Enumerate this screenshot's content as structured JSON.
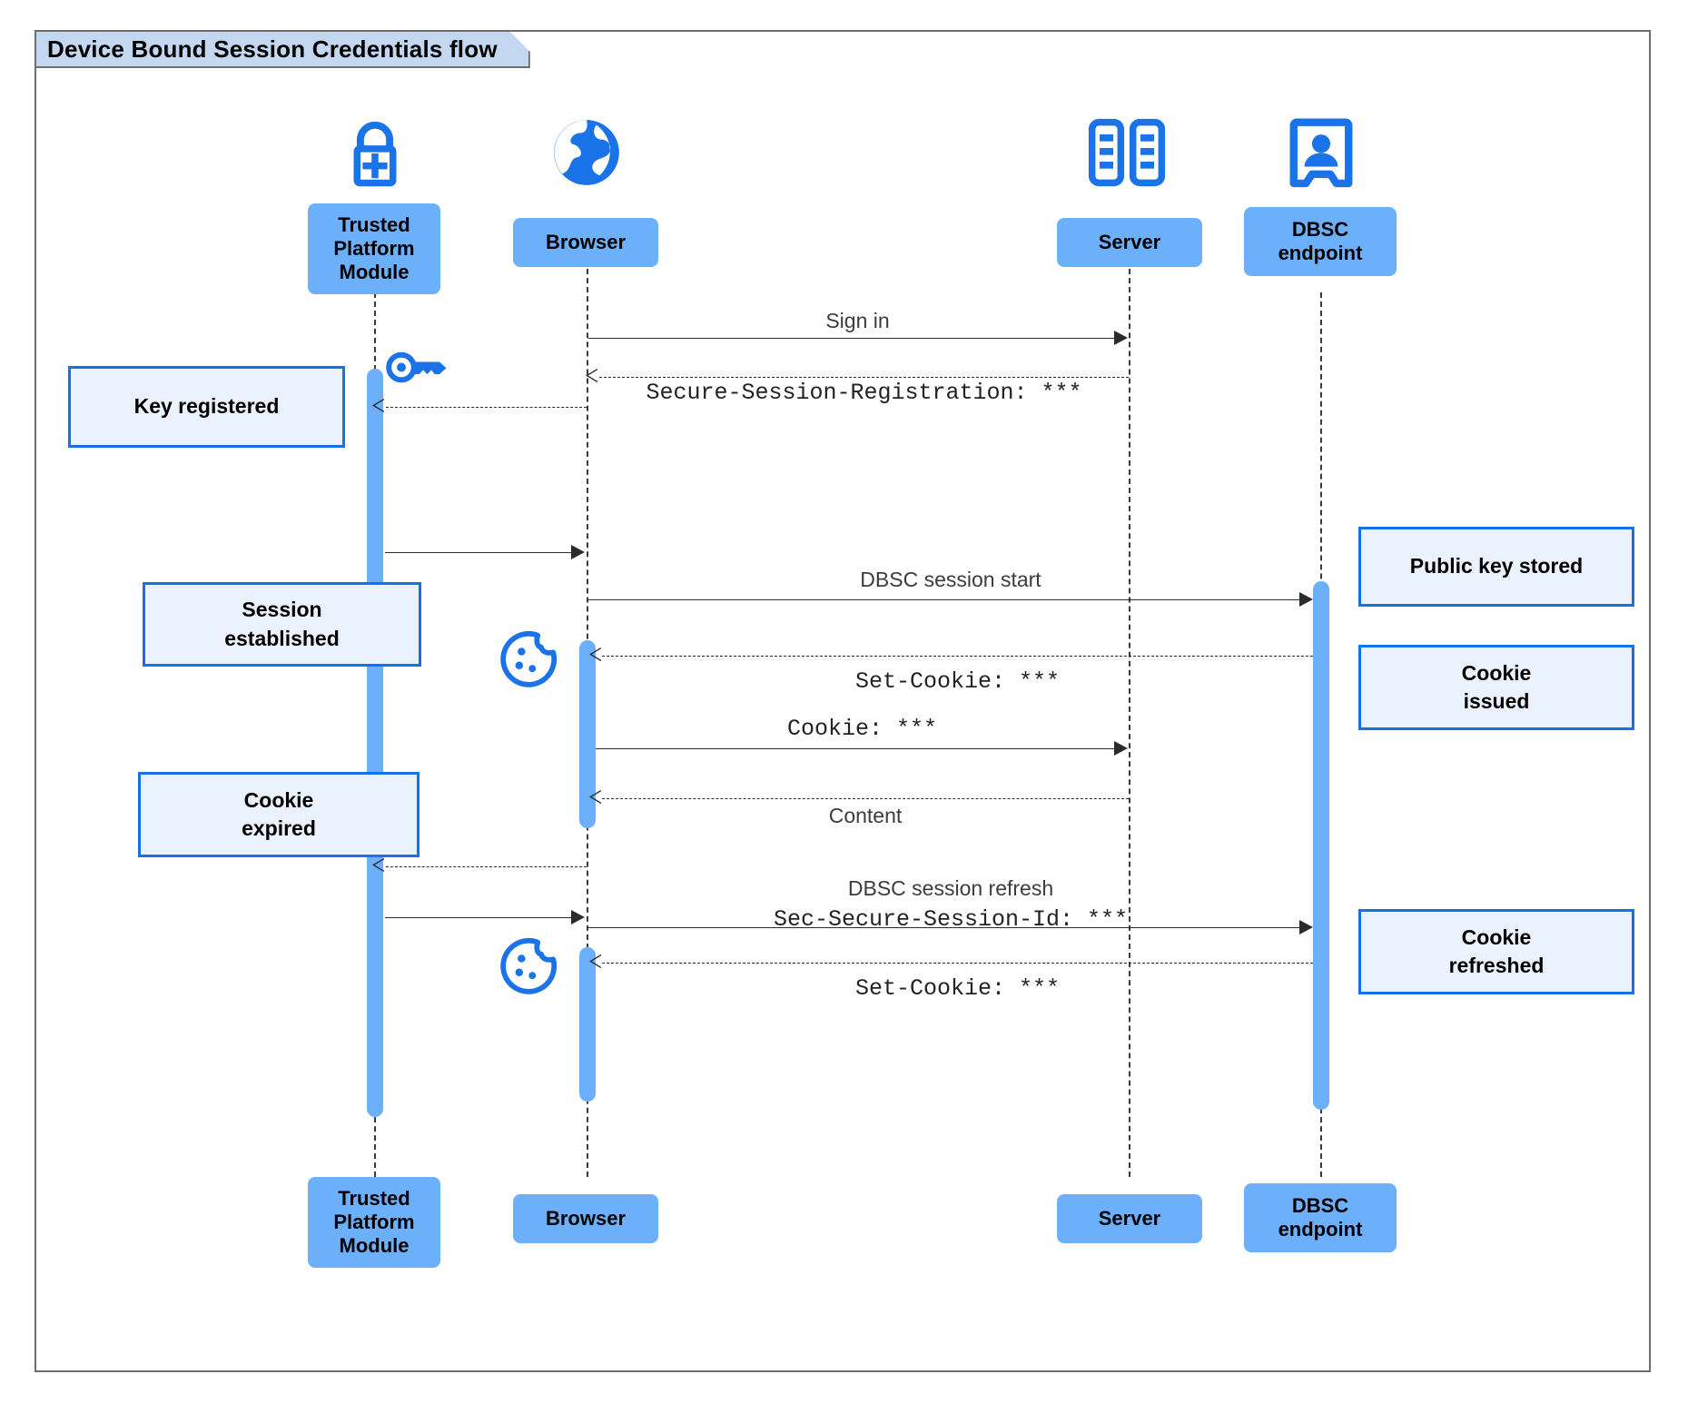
{
  "diagram": {
    "title": "Device Bound Session Credentials flow",
    "type": "sequence-diagram",
    "accent_color": "#6cb0fb",
    "note_fill": "#eaf2fe",
    "note_border": "#1472e6",
    "icon_color": "#1a73e8",
    "frame_border": "#6e6e6e",
    "title_fill": "#c3d7f0"
  },
  "participants": [
    {
      "id": "tpm",
      "label": "Trusted\nPlatform\nModule",
      "label_line1": "Trusted",
      "label_line2": "Platform",
      "label_line3": "Module",
      "icon": "lock-plus-icon"
    },
    {
      "id": "browser",
      "label": "Browser",
      "icon": "globe-icon"
    },
    {
      "id": "server",
      "label": "Server",
      "icon": "server-racks-icon"
    },
    {
      "id": "dbsc",
      "label": "DBSC\nendpoint",
      "label_line1": "DBSC",
      "label_line2": "endpoint",
      "icon": "id-badge-icon"
    }
  ],
  "messages": [
    {
      "id": "m1",
      "from": "browser",
      "to": "server",
      "label": "Sign in",
      "style": "solid",
      "font": "sans"
    },
    {
      "id": "m2",
      "from": "server",
      "to": "browser",
      "label": "Secure-Session-Registration: ***",
      "style": "dashed",
      "font": "mono"
    },
    {
      "id": "m3",
      "from": "browser",
      "to": "tpm",
      "label": "",
      "style": "dashed",
      "font": "sans"
    },
    {
      "id": "m4",
      "from": "tpm",
      "to": "browser",
      "label": "",
      "style": "solid",
      "font": "sans"
    },
    {
      "id": "m5",
      "from": "browser",
      "to": "dbsc",
      "label": "DBSC session start",
      "style": "solid",
      "font": "sans"
    },
    {
      "id": "m6",
      "from": "dbsc",
      "to": "browser",
      "label": "Set-Cookie: ***",
      "style": "dashed",
      "font": "mono"
    },
    {
      "id": "m7",
      "from": "browser",
      "to": "server",
      "label": "Cookie: ***",
      "style": "solid",
      "font": "mono"
    },
    {
      "id": "m8",
      "from": "server",
      "to": "browser",
      "label": "Content",
      "style": "dashed",
      "font": "sans"
    },
    {
      "id": "m9",
      "from": "browser",
      "to": "tpm",
      "label": "",
      "style": "dashed",
      "font": "sans"
    },
    {
      "id": "m10",
      "from": "tpm",
      "to": "browser",
      "label": "",
      "style": "solid",
      "font": "sans"
    },
    {
      "id": "m11",
      "from": "browser",
      "to": "dbsc",
      "label_line1": "DBSC session refresh",
      "label_line2": "Sec-Secure-Session-Id: ***",
      "style": "solid",
      "font": "mixed"
    },
    {
      "id": "m12",
      "from": "dbsc",
      "to": "browser",
      "label": "Set-Cookie: ***",
      "style": "dashed",
      "font": "mono"
    }
  ],
  "notes": [
    {
      "id": "n1",
      "text": "Key registered",
      "line1": "Key registered",
      "line2": "",
      "side": "left",
      "near": "tpm"
    },
    {
      "id": "n2",
      "text": "Session established",
      "line1": "Session",
      "line2": "established",
      "side": "left",
      "near": "tpm"
    },
    {
      "id": "n3",
      "text": "Cookie expired",
      "line1": "Cookie",
      "line2": "expired",
      "side": "left",
      "near": "tpm"
    },
    {
      "id": "n4",
      "text": "Public key stored",
      "line1": "Public key stored",
      "line2": "",
      "side": "right",
      "near": "dbsc"
    },
    {
      "id": "n5",
      "text": "Cookie issued",
      "line1": "Cookie",
      "line2": "issued",
      "side": "right",
      "near": "dbsc"
    },
    {
      "id": "n6",
      "text": "Cookie refreshed",
      "line1": "Cookie",
      "line2": "refreshed",
      "side": "right",
      "near": "dbsc"
    }
  ],
  "decorations": [
    {
      "id": "d1",
      "icon": "key-icon",
      "near": "tpm"
    },
    {
      "id": "d2",
      "icon": "cookie-icon",
      "near": "browser"
    },
    {
      "id": "d3",
      "icon": "cookie-icon",
      "near": "browser"
    }
  ]
}
